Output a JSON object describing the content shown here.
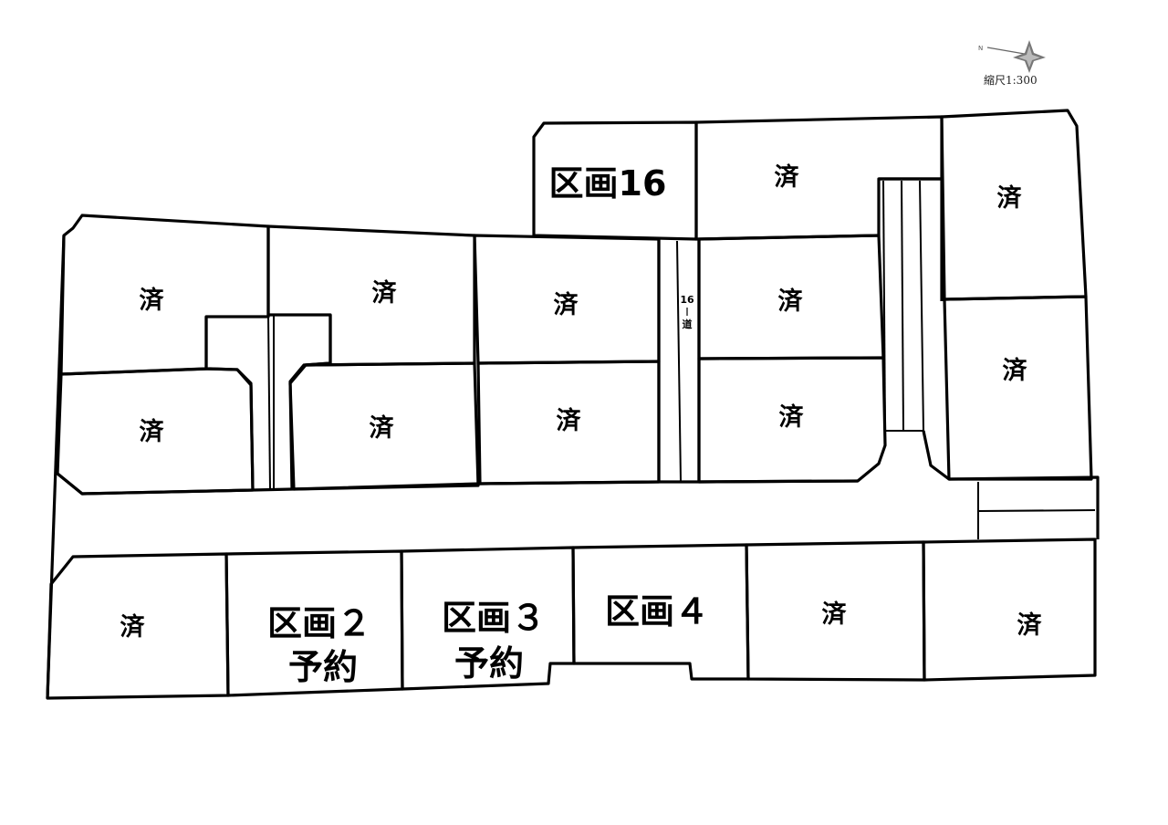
{
  "compass": {
    "icon": "compass-rose-icon",
    "north_letter": "N"
  },
  "scale": "縮尺1:300",
  "road_label_top": "16",
  "road_label_bottom": "道",
  "lots": {
    "lot16": {
      "name": "区画16"
    },
    "top1": {
      "status": "済"
    },
    "right1": {
      "status": "済"
    },
    "right2": {
      "status": "済"
    },
    "r1a": {
      "status": "済"
    },
    "r1b": {
      "status": "済"
    },
    "r1c": {
      "status": "済"
    },
    "r1d": {
      "status": "済"
    },
    "r2a": {
      "status": "済"
    },
    "r2b": {
      "status": "済"
    },
    "r2c": {
      "status": "済"
    },
    "r2d": {
      "status": "済"
    },
    "b1": {
      "status": "済"
    },
    "b2": {
      "name": "区画２",
      "note": "予約"
    },
    "b3": {
      "name": "区画３",
      "note": "予約"
    },
    "b4": {
      "name": "区画４"
    },
    "b5": {
      "status": "済"
    },
    "b6": {
      "status": "済"
    }
  }
}
